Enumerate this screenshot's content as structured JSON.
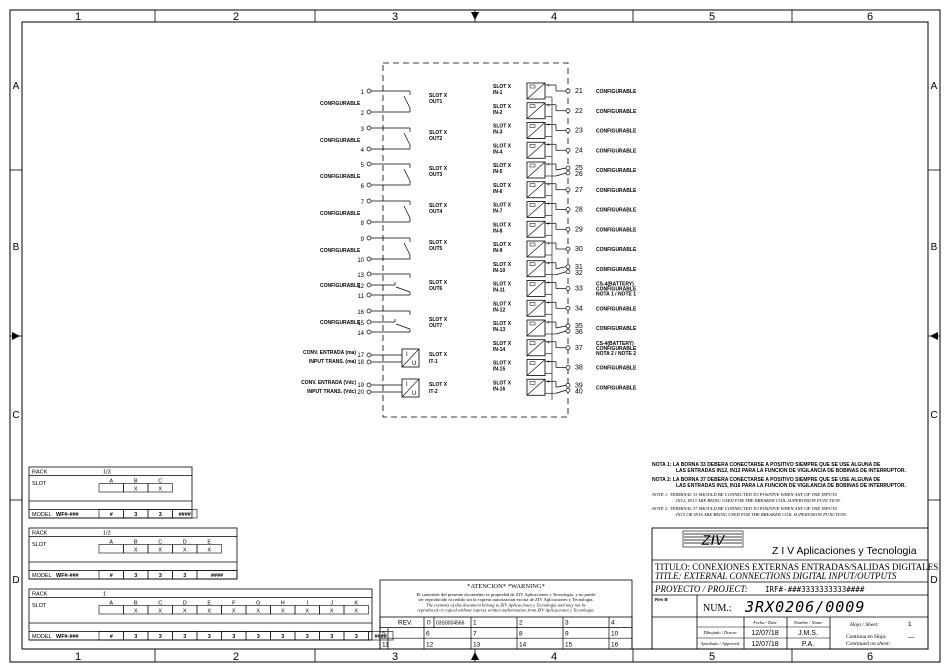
{
  "grid": {
    "columns": [
      "1",
      "2",
      "3",
      "4",
      "5",
      "6"
    ],
    "rows": [
      "A",
      "B",
      "C",
      "D"
    ]
  },
  "outputs": [
    {
      "label": "CONFIGURABLE",
      "slot": "SLOT X",
      "name": "OUT1",
      "terms": [
        "1",
        "2"
      ]
    },
    {
      "label": "CONFIGURABLE",
      "slot": "SLOT X",
      "name": "OUT2",
      "terms": [
        "3",
        "4"
      ]
    },
    {
      "label": "CONFIGURABLE",
      "slot": "SLOT X",
      "name": "OUT3",
      "terms": [
        "5",
        "6"
      ]
    },
    {
      "label": "CONFIGURABLE",
      "slot": "SLOT X",
      "name": "OUT4",
      "terms": [
        "7",
        "8"
      ]
    },
    {
      "label": "CONFIGURABLE",
      "slot": "SLOT X",
      "name": "OUT5",
      "terms": [
        "9",
        "10"
      ]
    },
    {
      "label": "CONFIGURABLE",
      "slot": "SLOT X",
      "name": "OUT6",
      "terms": [
        "13",
        "12",
        "11"
      ]
    },
    {
      "label": "CONFIGURABLE",
      "slot": "SLOT X",
      "name": "OUT7",
      "terms": [
        "16",
        "15",
        "14"
      ]
    }
  ],
  "transducers": [
    {
      "label1": "CONV. ENTRADA (ma)",
      "label2": "INPUT TRANS. (ma)",
      "slot": "SLOT X",
      "name": "IT-1",
      "terms": [
        "17",
        "18"
      ]
    },
    {
      "label1": "CONV. ENTRADA (Vdc)",
      "label2": "INPUT TRANS. (Vdc)",
      "slot": "SLOT X",
      "name": "IT-2",
      "terms": [
        "19",
        "20"
      ]
    }
  ],
  "inputs": [
    {
      "slot": "SLOT X",
      "name": "IN-1",
      "terms": [
        "21"
      ],
      "label": "CONFIGURABLE"
    },
    {
      "slot": "SLOT X",
      "name": "IN-2",
      "terms": [
        "22"
      ],
      "label": "CONFIGURABLE"
    },
    {
      "slot": "SLOT X",
      "name": "IN-3",
      "terms": [
        "23"
      ],
      "label": "CONFIGURABLE"
    },
    {
      "slot": "SLOT X",
      "name": "IN-4",
      "terms": [
        "24"
      ],
      "label": "CONFIGURABLE"
    },
    {
      "slot": "SLOT X",
      "name": "IN-5",
      "terms": [
        "25",
        "26"
      ],
      "label": "CONFIGURABLE"
    },
    {
      "slot": "SLOT X",
      "name": "IN-6",
      "terms": [
        "27"
      ],
      "label": "CONFIGURABLE"
    },
    {
      "slot": "SLOT X",
      "name": "IN-7",
      "terms": [
        "28"
      ],
      "label": "CONFIGURABLE"
    },
    {
      "slot": "SLOT X",
      "name": "IN-8",
      "terms": [
        "29"
      ],
      "label": "CONFIGURABLE"
    },
    {
      "slot": "SLOT X",
      "name": "IN-9",
      "terms": [
        "30"
      ],
      "label": "CONFIGURABLE"
    },
    {
      "slot": "SLOT X",
      "name": "IN-10",
      "terms": [
        "31",
        "32"
      ],
      "label": "CONFIGURABLE"
    },
    {
      "slot": "SLOT X",
      "name": "IN-11",
      "terms": [
        "33"
      ],
      "label": "CS-4(BATTERY)",
      "label2": "CONFIGURABLE",
      "label3": "NOTA 1 / NOTE 1"
    },
    {
      "slot": "SLOT X",
      "name": "IN-12",
      "terms": [
        "34"
      ],
      "label": "CONFIGURABLE"
    },
    {
      "slot": "SLOT X",
      "name": "IN-13",
      "terms": [
        "35",
        "36"
      ],
      "label": "CONFIGURABLE"
    },
    {
      "slot": "SLOT X",
      "name": "IN-14",
      "terms": [
        "37"
      ],
      "label": "CS-4(BATTERY)",
      "label2": "CONFIGURABLE",
      "label3": "NOTA 2 / NOTE 2"
    },
    {
      "slot": "SLOT X",
      "name": "IN-15",
      "terms": [
        "38"
      ],
      "label": "CONFIGURABLE"
    },
    {
      "slot": "SLOT X",
      "name": "IN-16",
      "terms": [
        "39",
        "40"
      ],
      "label": "CONFIGURABLE"
    }
  ],
  "notes": [
    "NOTA 1: LA BORNA 33 DEBERA CONECTARSE A POSITIVO SIEMPRE QUE SE USE ALGUNA DE",
    "LAS ENTRADAS IN12, IN13 PARA LA FUNCION DE VIGILANCIA DE BOBINAS DE INTERRUPTOR.",
    "NOTA 2: LA BORNA 37 DEBERA CONECTARSE A POSITIVO SIEMPRE QUE SE USE ALGUNA DE",
    "LAS ENTRADAS IN15, IN16 PARA LA FUNCION DE VIGILANCIA DE BOBINAS DE INTERRUPTOR.",
    "NOTE 1: TERMINAL 33 SHOULD BE CONNECTED TO POSITIVE WHEN ANY OF THE INPUTS",
    "IN12, IN13 ARE BEING USED FOR THE BREAKER COIL SUPERVISION FUNCTION.",
    "NOTE 2: TERMINAL 37 SHOULD BE CONNECTED TO POSITIVE WHEN ANY OF THE INPUTS",
    "IN15 OR IN16 ARE BEING USED FOR THE BREAKER COIL SUPERVISION FUNCTION."
  ],
  "racks": [
    {
      "rack_label": "RACK",
      "rack_value": "1/3",
      "slot_label": "SLOT",
      "letters": [
        "A",
        "B",
        "C"
      ],
      "marks": [
        "",
        "X",
        "X"
      ],
      "model_label": "MODEL",
      "model_code": "WF#-###",
      "model_cells": [
        "#",
        "3",
        "3",
        "####"
      ]
    },
    {
      "rack_label": "RACK",
      "rack_value": "1/2",
      "slot_label": "SLOT",
      "letters": [
        "A",
        "B",
        "C",
        "D",
        "E"
      ],
      "marks": [
        "",
        "X",
        "X",
        "X",
        "X"
      ],
      "model_label": "MODEL",
      "model_code": "WF#-###",
      "model_cells": [
        "#",
        "3",
        "3",
        "3",
        "####"
      ]
    },
    {
      "rack_label": "RACK",
      "rack_value": "1",
      "slot_label": "SLOT",
      "letters": [
        "A",
        "B",
        "C",
        "D",
        "E",
        "F",
        "G",
        "H",
        "I",
        "J",
        "K"
      ],
      "marks": [
        "",
        "X",
        "X",
        "X",
        "X",
        "X",
        "X",
        "X",
        "X",
        "X",
        "X"
      ],
      "model_label": "MODEL",
      "model_code": "WF#-###",
      "model_cells": [
        "#",
        "3",
        "3",
        "3",
        "3",
        "3",
        "3",
        "3",
        "3",
        "3",
        "3",
        "####"
      ]
    }
  ],
  "warning": {
    "title": "*ATENCION*    *WARNING*",
    "lines": [
      "El contenido del presente documento es propiedad de ZIV Aplicaciones y Tecnologia, y no puede",
      "ser reproducido ni cedido sin la expresa autorizacion escrita de ZIV Aplicaciones y Tecnologia.",
      "The contents of this document belong to ZIV Aplicaciones y Tecnologia and may not be",
      "reproduced or copied without express written authorization from ZIV Aplicaciones y Tecnologia."
    ]
  },
  "revision": {
    "rev_label": "REV.",
    "rev0": "0",
    "rev0_code": "03S0004566",
    "row1": [
      "1",
      "2",
      "3",
      "4"
    ],
    "row2": [
      "5",
      "6",
      "7",
      "8",
      "9",
      "10"
    ],
    "row3": [
      "11",
      "12",
      "13",
      "14",
      "15",
      "16"
    ]
  },
  "titleblock": {
    "company": "Z I V   Aplicaciones y Tecnologia",
    "titulo": "TITULO: CONEXIONES  EXTERNAS  ENTRADAS/SALIDAS  DIGITALES",
    "title": "TITLE:  EXTERNAL CONNECTIONS DIGITAL INPUT/OUTPUTS",
    "proyecto_label": "PROYECTO / PROJECT:",
    "proyecto_value": "IRF#-###3333333333####",
    "rev_b": "Rev B",
    "num_label": "NUM.:",
    "num_value": "3RX0206/0009",
    "fecha_label": "Fecha / Date",
    "nombre_label": "Nombre / Name",
    "dibujado_label": "Dibujado / Drawn",
    "aprobado_label": "Aprobado / Approved",
    "drawn_date": "12/07/18",
    "drawn_name": "J.M.S.",
    "approved_date": "12/07/18",
    "approved_name": "P.A.",
    "hoja_label": "Hoja / Sheet:",
    "hoja_value": "1",
    "continua_label": "Continua en Hoja:",
    "continued_label": "Continued on sheet:",
    "continua_value": "—",
    "logo": "ZIV"
  }
}
